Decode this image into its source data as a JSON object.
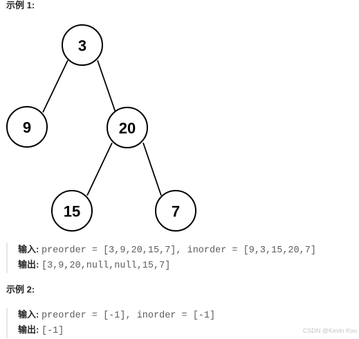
{
  "example1": {
    "heading": "示例 1:",
    "tree": {
      "nodes": [
        {
          "id": "n3",
          "label": "3"
        },
        {
          "id": "n9",
          "label": "9"
        },
        {
          "id": "n20",
          "label": "20"
        },
        {
          "id": "n15",
          "label": "15"
        },
        {
          "id": "n7",
          "label": "7"
        }
      ]
    },
    "input_label": "输入:",
    "input_value": "preorder = [3,9,20,15,7], inorder = [9,3,15,20,7]",
    "output_label": "输出:",
    "output_value": "[3,9,20,null,null,15,7]"
  },
  "example2": {
    "heading": "示例 2:",
    "input_label": "输入:",
    "input_value": "preorder = [-1], inorder = [-1]",
    "output_label": "输出:",
    "output_value": "[-1]"
  },
  "watermark": "CSDN @Kevin Kou"
}
